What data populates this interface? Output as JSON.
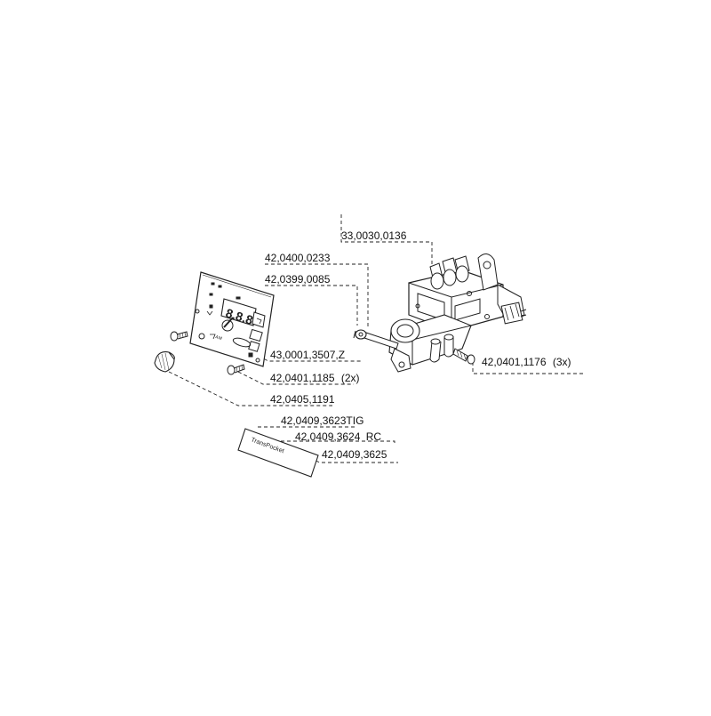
{
  "colors": {
    "line": "#222222",
    "fill": "#ffffff",
    "shade": "#e4e4e4"
  },
  "brand_strip": {
    "text": "TransPocket"
  },
  "parts": [
    {
      "id": "p1",
      "number": "33,0030,0136"
    },
    {
      "id": "p2",
      "number": "42,0400,0233"
    },
    {
      "id": "p3",
      "number": "42,0399,0085"
    },
    {
      "id": "p4",
      "number": "43,0001,3507,Z"
    },
    {
      "id": "p5",
      "number": "42,0401,1176",
      "qty": "(3x)"
    },
    {
      "id": "p6",
      "number": "42,0401,1185",
      "qty": "(2x)"
    },
    {
      "id": "p7",
      "number": "42,0405,1191"
    },
    {
      "id": "p8",
      "number": "42,0409,3623",
      "suffix": "TIG"
    },
    {
      "id": "p9",
      "number": "42,0409,3624",
      "suffix": "RC"
    },
    {
      "id": "p10",
      "number": "42,0409,3625"
    }
  ]
}
